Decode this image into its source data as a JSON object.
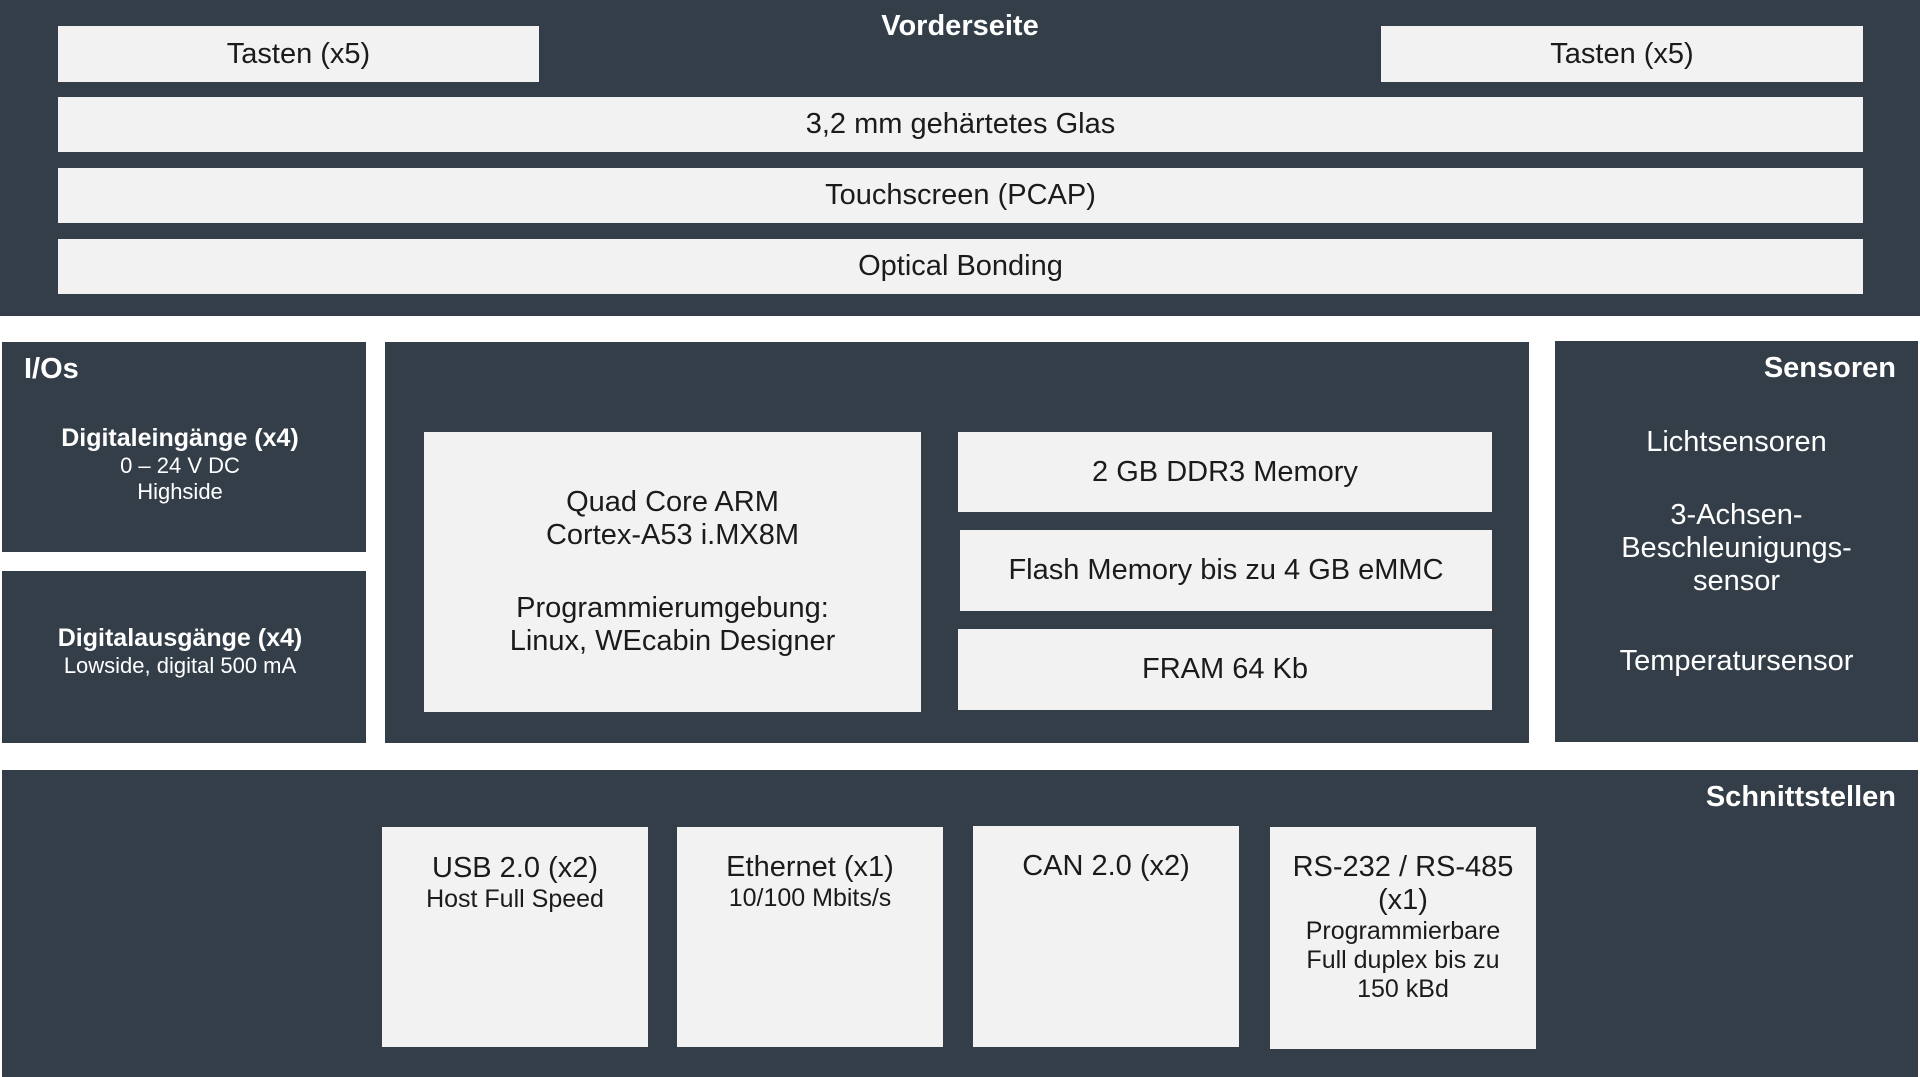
{
  "front": {
    "title": "Vorderseite",
    "keys_left": "Tasten (x5)",
    "keys_right": "Tasten (x5)",
    "glass": "3,2 mm gehärtetes Glas",
    "touch": "Touchscreen (PCAP)",
    "bonding": "Optical Bonding"
  },
  "ios": {
    "title": "I/Os",
    "inputs": {
      "title": "Digitaleingänge (x4)",
      "line1": "0 – 24 V DC",
      "line2": "Highside"
    },
    "outputs": {
      "title": "Digitalausgänge (x4)",
      "line1": "Lowside, digital 500 mA"
    }
  },
  "core": {
    "cpu_line1": "Quad Core ARM",
    "cpu_line2": "Cortex-A53 i.MX8M",
    "env_line1": "Programmierumgebung:",
    "env_line2": "Linux, WEcabin Designer",
    "memory": "2 GB DDR3 Memory",
    "flash": "Flash Memory bis zu 4 GB eMMC",
    "fram": "FRAM 64 Kb"
  },
  "sensors": {
    "title": "Sensoren",
    "light": "Lichtsensoren",
    "accel_line1": "3-Achsen-",
    "accel_line2": "Beschleunigungs-",
    "accel_line3": "sensor",
    "temp": "Temperatursensor"
  },
  "interfaces": {
    "title": "Schnittstellen",
    "usb": {
      "title": "USB 2.0 (x2)",
      "sub": "Host Full Speed"
    },
    "ethernet": {
      "title": "Ethernet (x1)",
      "sub": "10/100 Mbits/s"
    },
    "can": {
      "title": "CAN 2.0 (x2)"
    },
    "serial": {
      "title1": "RS-232 / RS-485",
      "title2": "(x1)",
      "sub1": "Programmierbare",
      "sub2": "Full duplex bis zu",
      "sub3": "150 kBd"
    }
  }
}
